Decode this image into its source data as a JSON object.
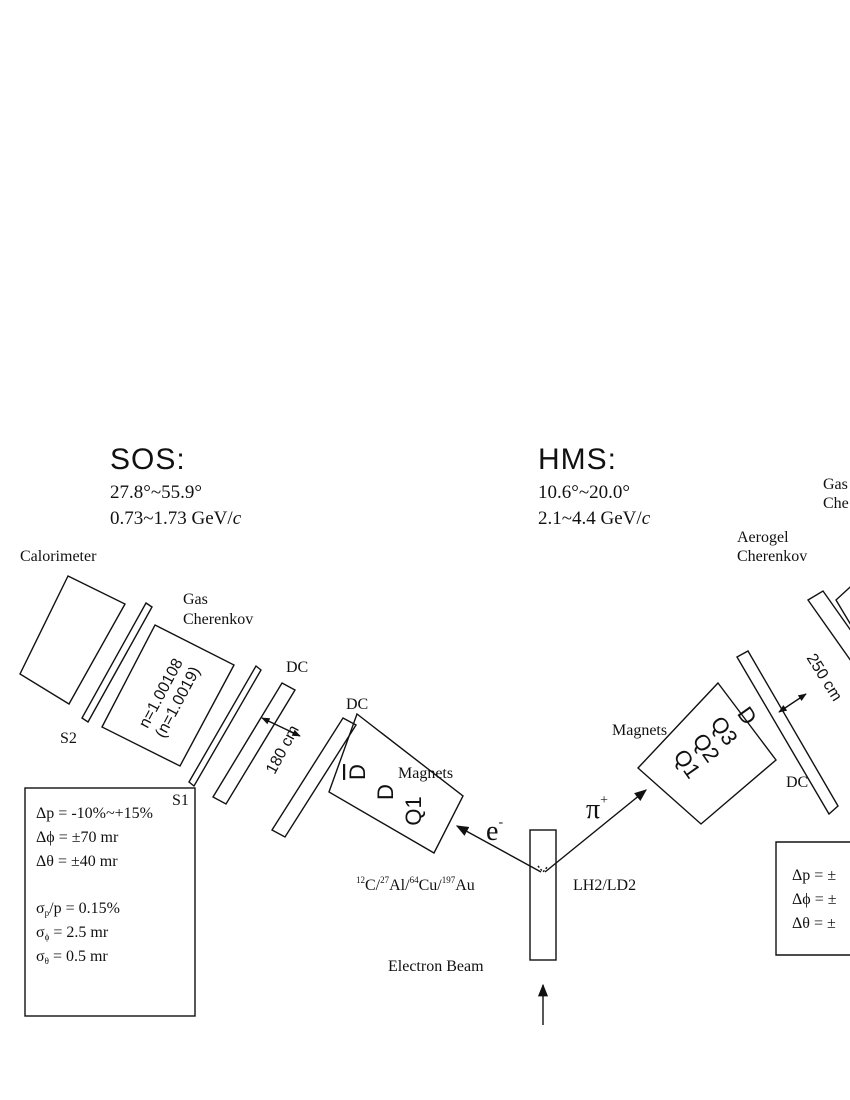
{
  "sos": {
    "title": "SOS:",
    "angle": "27.8°~55.9°",
    "momentum": "0.73~1.73 GeV/",
    "momentum_unit": "c",
    "calorimeter": "Calorimeter",
    "gas_cherenkov": [
      "Gas",
      "Cherenkov"
    ],
    "cherenkov_index": [
      "n=1.00108",
      "(n=1.0019)"
    ],
    "s1": "S1",
    "s2": "S2",
    "dc1": "DC",
    "dc2": "DC",
    "distance": "180 cm",
    "magnets_label": "Magnets",
    "magnets": [
      "D",
      "D",
      "Q1"
    ],
    "acceptance": [
      "Δp = -10%~+15%",
      "Δϕ = ±70 mr",
      "Δθ = ±40 mr"
    ],
    "resolution": {
      "sigma_p": [
        "σ",
        "p",
        "/p = 0.15%"
      ],
      "sigma_phi": [
        "σ",
        "ϕ",
        " = 2.5 mr"
      ],
      "sigma_theta": [
        "σ",
        "θ",
        " = 0.5 mr"
      ]
    }
  },
  "hms": {
    "title": "HMS:",
    "angle": "10.6°~20.0°",
    "momentum": "2.1~4.4 GeV/",
    "momentum_unit": "c",
    "gas_cherenkov_partial": [
      "Gas",
      "Che"
    ],
    "aerogel": [
      "Aerogel",
      "Cherenkov"
    ],
    "distance": "250 cm",
    "dc": "DC",
    "magnets_label": "Magnets",
    "magnets": [
      "D",
      "Q3",
      "Q2",
      "Q1"
    ],
    "acceptance_partial": [
      "Δp = ±",
      "Δϕ = ±",
      "Δθ = ±"
    ]
  },
  "target": {
    "targets": [
      {
        "mass": "12",
        "symbol": "C/"
      },
      {
        "mass": "27",
        "symbol": "Al/"
      },
      {
        "mass": "64",
        "symbol": "Cu/"
      },
      {
        "mass": "197",
        "symbol": "Au"
      }
    ],
    "cryo": "LH2/LD2",
    "beam": "Electron Beam",
    "electron": "e",
    "electron_charge": "-",
    "pion": "π",
    "pion_charge": "+"
  }
}
